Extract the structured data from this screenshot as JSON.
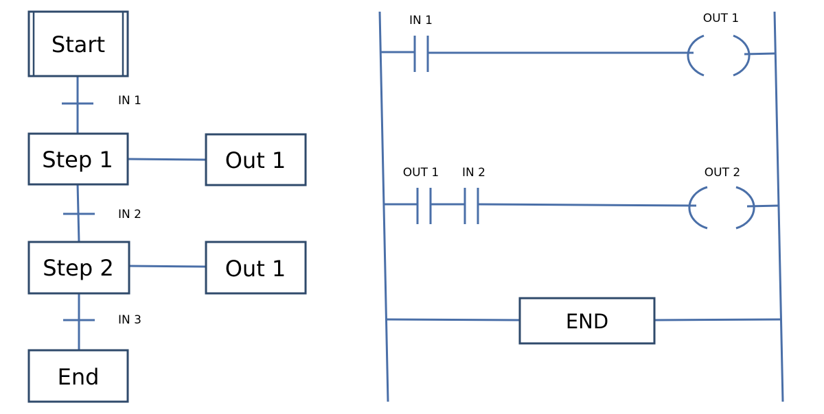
{
  "sfc": {
    "start": "Start",
    "step1": "Step 1",
    "step2": "Step 2",
    "end": "End",
    "out_a": "Out 1",
    "out_b": "Out 1",
    "t1": "IN 1",
    "t2": "IN 2",
    "t3": "IN 3"
  },
  "ladder": {
    "rung1_contact": "IN 1",
    "rung1_coil": "OUT 1",
    "rung2_contact_a": "OUT 1",
    "rung2_contact_b": "IN 2",
    "rung2_coil": "OUT 2",
    "rung3_block": "END"
  },
  "colors": {
    "line": "#4a6fa8",
    "box_border": "#2f4a6b"
  }
}
